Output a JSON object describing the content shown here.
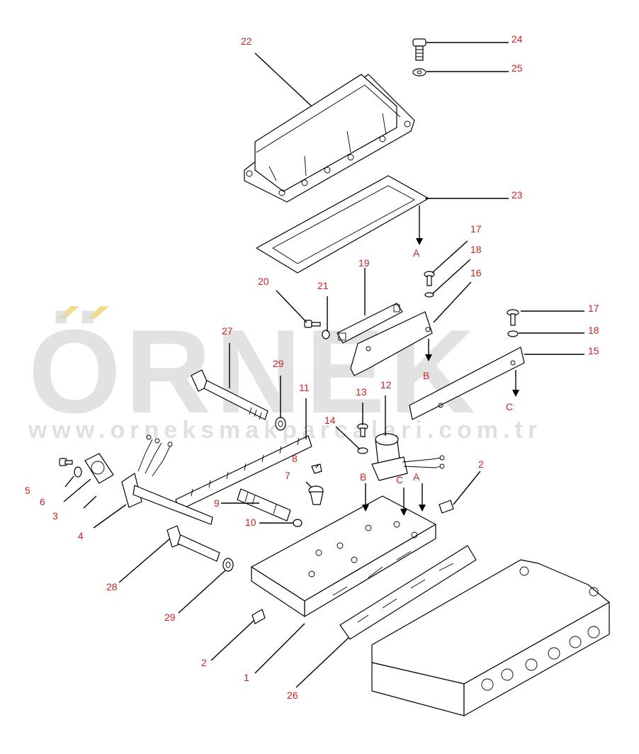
{
  "watermark": {
    "brand": "ÖRNEK",
    "url": "www.orneksmakparcalari.com.tr",
    "brand_color": "#d9d9d9",
    "accent_color": "#f1dc8a"
  },
  "colors": {
    "label": "#cc2222",
    "line": "#000000"
  },
  "callouts": {
    "p1": "1",
    "p2a": "2",
    "p2b": "2",
    "p3": "3",
    "p4": "4",
    "p5": "5",
    "p6": "6",
    "p7": "7",
    "p8": "8",
    "p9": "9",
    "p10": "10",
    "p11": "11",
    "p12": "12",
    "p13": "13",
    "p14": "14",
    "p15": "15",
    "p16": "16",
    "p17a": "17",
    "p17b": "17",
    "p18a": "18",
    "p18b": "18",
    "p19": "19",
    "p20": "20",
    "p21": "21",
    "p22": "22",
    "p23": "23",
    "p24": "24",
    "p25": "25",
    "p26": "26",
    "p27": "27",
    "p28": "28",
    "p29a": "29",
    "p29b": "29"
  },
  "connectors": {
    "a_top": "A",
    "b_top": "B",
    "c_top": "C",
    "b_low": "B",
    "c_low": "C",
    "a_low": "A"
  }
}
